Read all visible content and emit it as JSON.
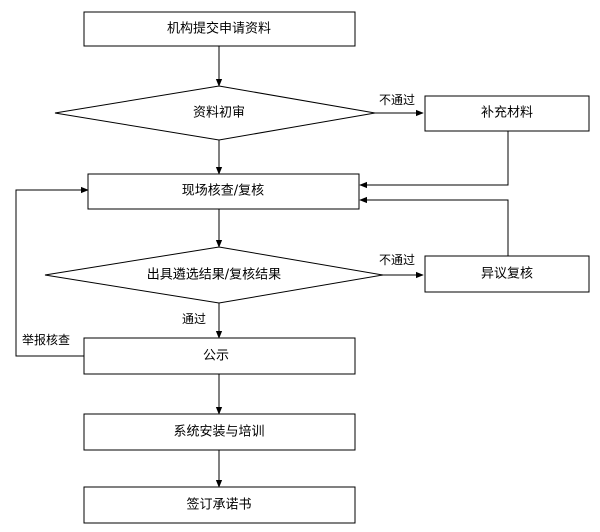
{
  "nodes": {
    "submit": "机构提交申请资料",
    "initial_review": "资料初审",
    "supplement": "补充材料",
    "onsite_check": "现场核查/复核",
    "result": "出具遴选结果/复核结果",
    "appeal": "异议复核",
    "publicity": "公示",
    "install_training": "系统安装与培训",
    "sign_commitment": "签订承诺书"
  },
  "edge_labels": {
    "fail_1": "不通过",
    "fail_2": "不通过",
    "pass": "通过",
    "report_check": "举报核查"
  },
  "colors": {
    "stroke": "#000000",
    "fill": "#ffffff"
  }
}
